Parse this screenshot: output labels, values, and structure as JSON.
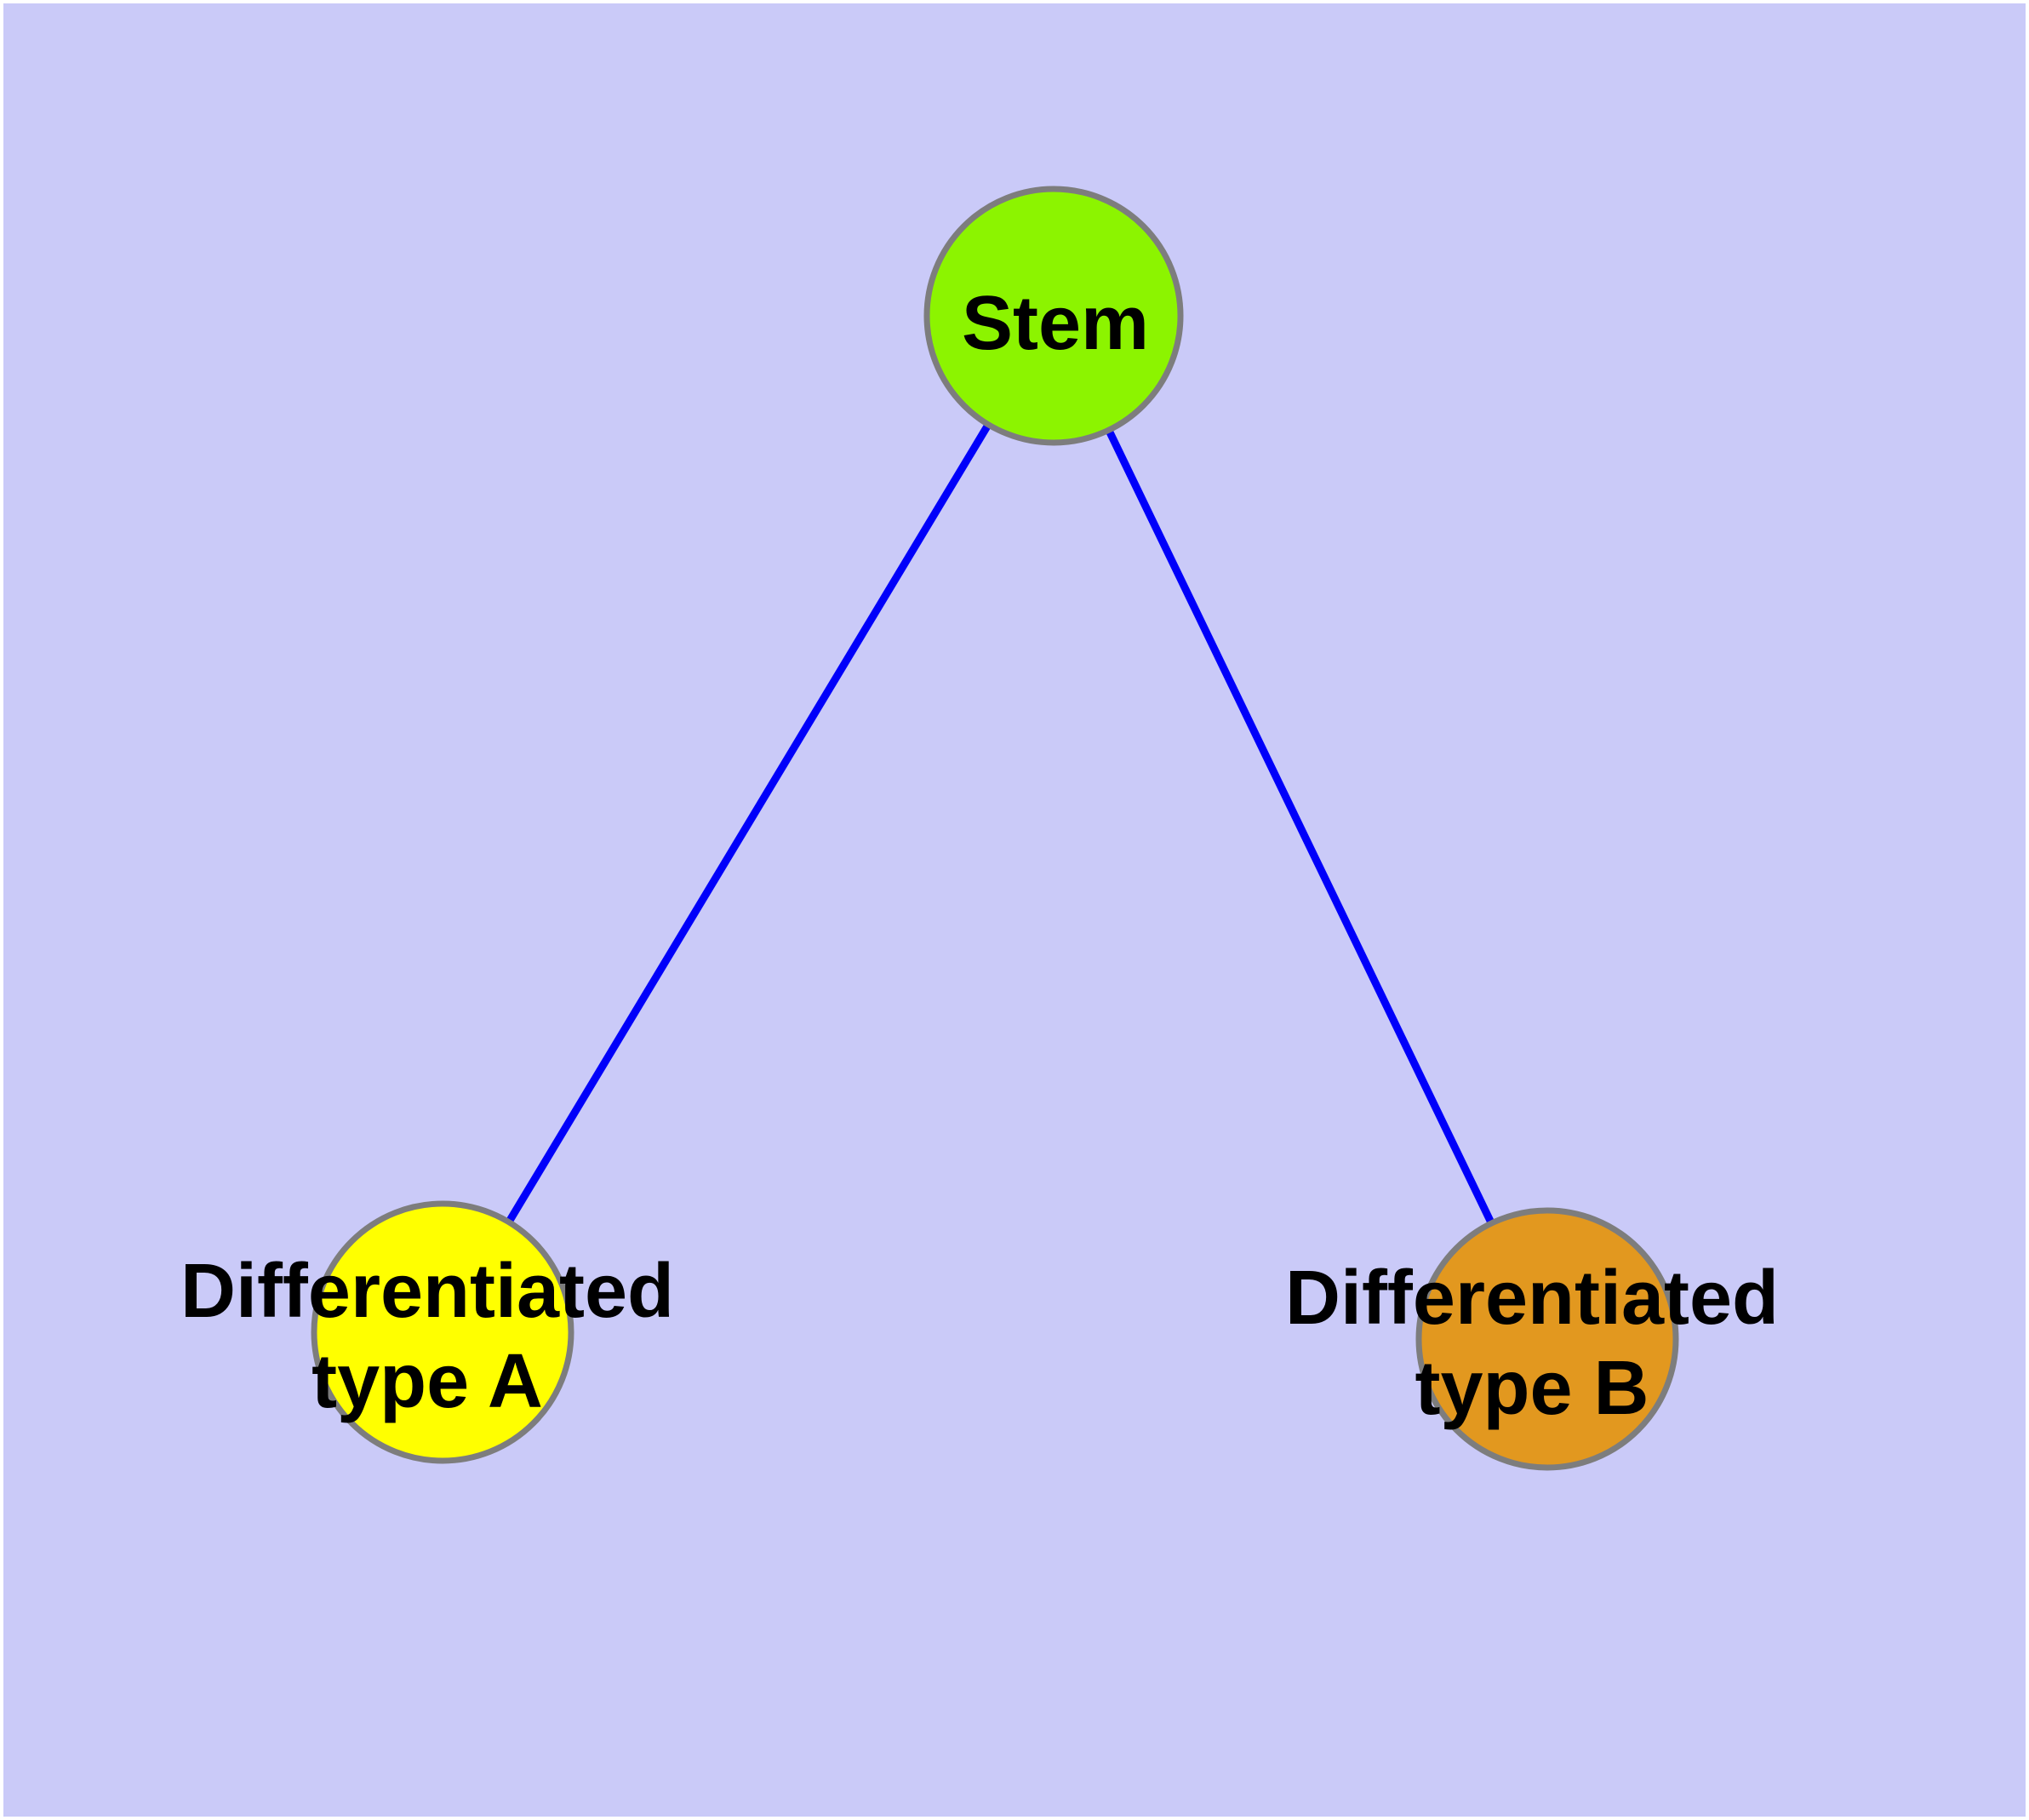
{
  "diagram": {
    "type": "graph",
    "margin_color": "#ffffff",
    "background_color": "#cacaf8",
    "edge_color": "#0000fa",
    "node_border_color": "#7d7d7d",
    "text_color": "#000000",
    "nodes": [
      {
        "id": "stem",
        "label": "Stem",
        "label_lines": [
          "Stem"
        ],
        "color": "#8cf400"
      },
      {
        "id": "differentiated-type-a",
        "label": "Differentiated type A",
        "label_lines": [
          "Differentiated",
          "type A"
        ],
        "color": "#ffff00"
      },
      {
        "id": "differentiated-type-b",
        "label": "Differentiated type B",
        "label_lines": [
          "Differentiated",
          "type B"
        ],
        "color": "#e2981f"
      }
    ],
    "edges": [
      {
        "from": "Stem",
        "to": "Differentiated type A"
      },
      {
        "from": "Stem",
        "to": "Differentiated type B"
      }
    ]
  }
}
